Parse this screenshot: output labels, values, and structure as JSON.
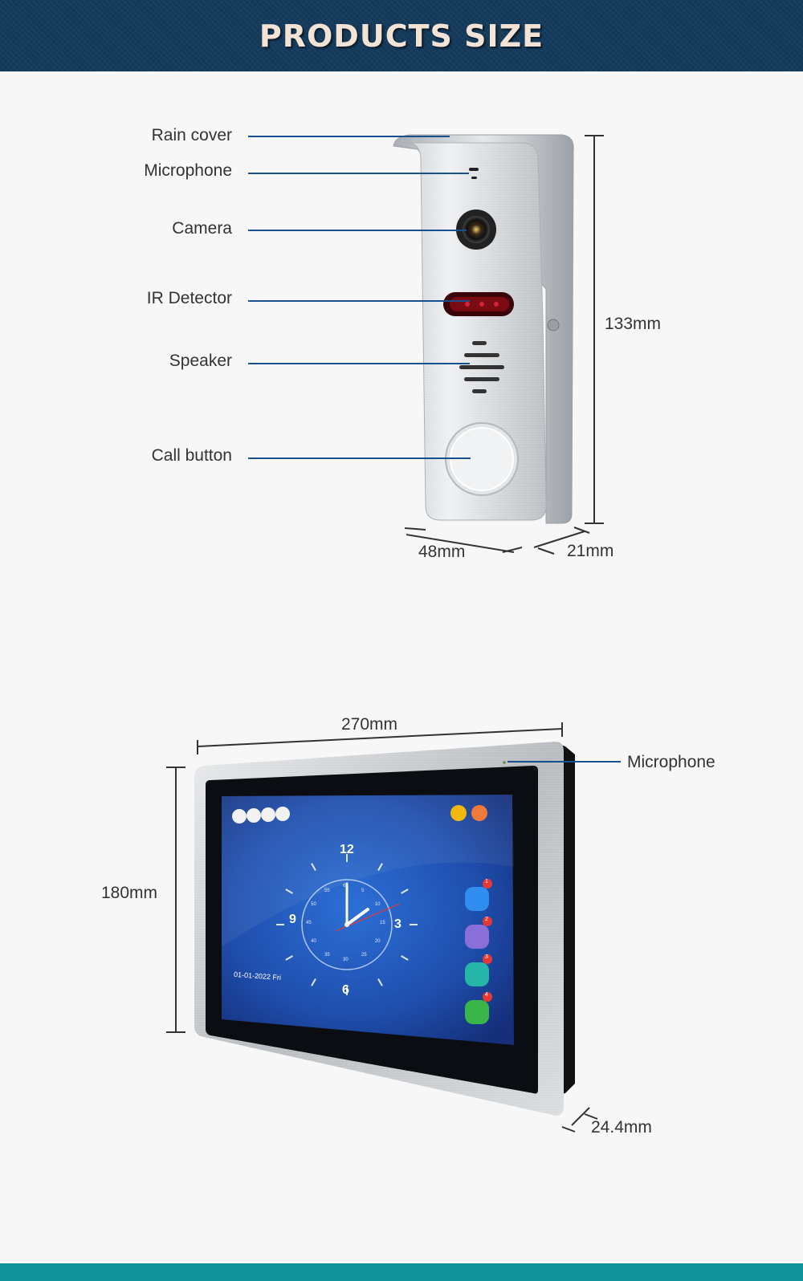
{
  "header": {
    "title": "PRODUCTS SIZE"
  },
  "doorbell": {
    "callouts": {
      "rain_cover": "Rain  cover",
      "microphone": "Microphone",
      "camera": "Camera",
      "ir_detector": "IR  Detector",
      "speaker": "Speaker",
      "call_button": "Call  button"
    },
    "dimensions": {
      "height": "133mm",
      "width": "48mm",
      "depth": "21mm"
    }
  },
  "monitor": {
    "callouts": {
      "microphone": "Microphone"
    },
    "dimensions": {
      "width": "270mm",
      "height": "180mm",
      "depth": "24.4mm"
    },
    "screen": {
      "date": "01-01-2022 Fri",
      "badges": [
        "1",
        "2",
        "3",
        "4"
      ],
      "clock_numerals": [
        "12",
        "3",
        "6",
        "9"
      ],
      "second_ticks": [
        "60",
        "5",
        "10",
        "15",
        "20",
        "25",
        "30",
        "35",
        "40",
        "45",
        "50",
        "55"
      ]
    }
  },
  "colors": {
    "header": "#143a5c",
    "leader": "#1a4f8f",
    "footer": "#11939b",
    "screen": "#2155b8"
  }
}
